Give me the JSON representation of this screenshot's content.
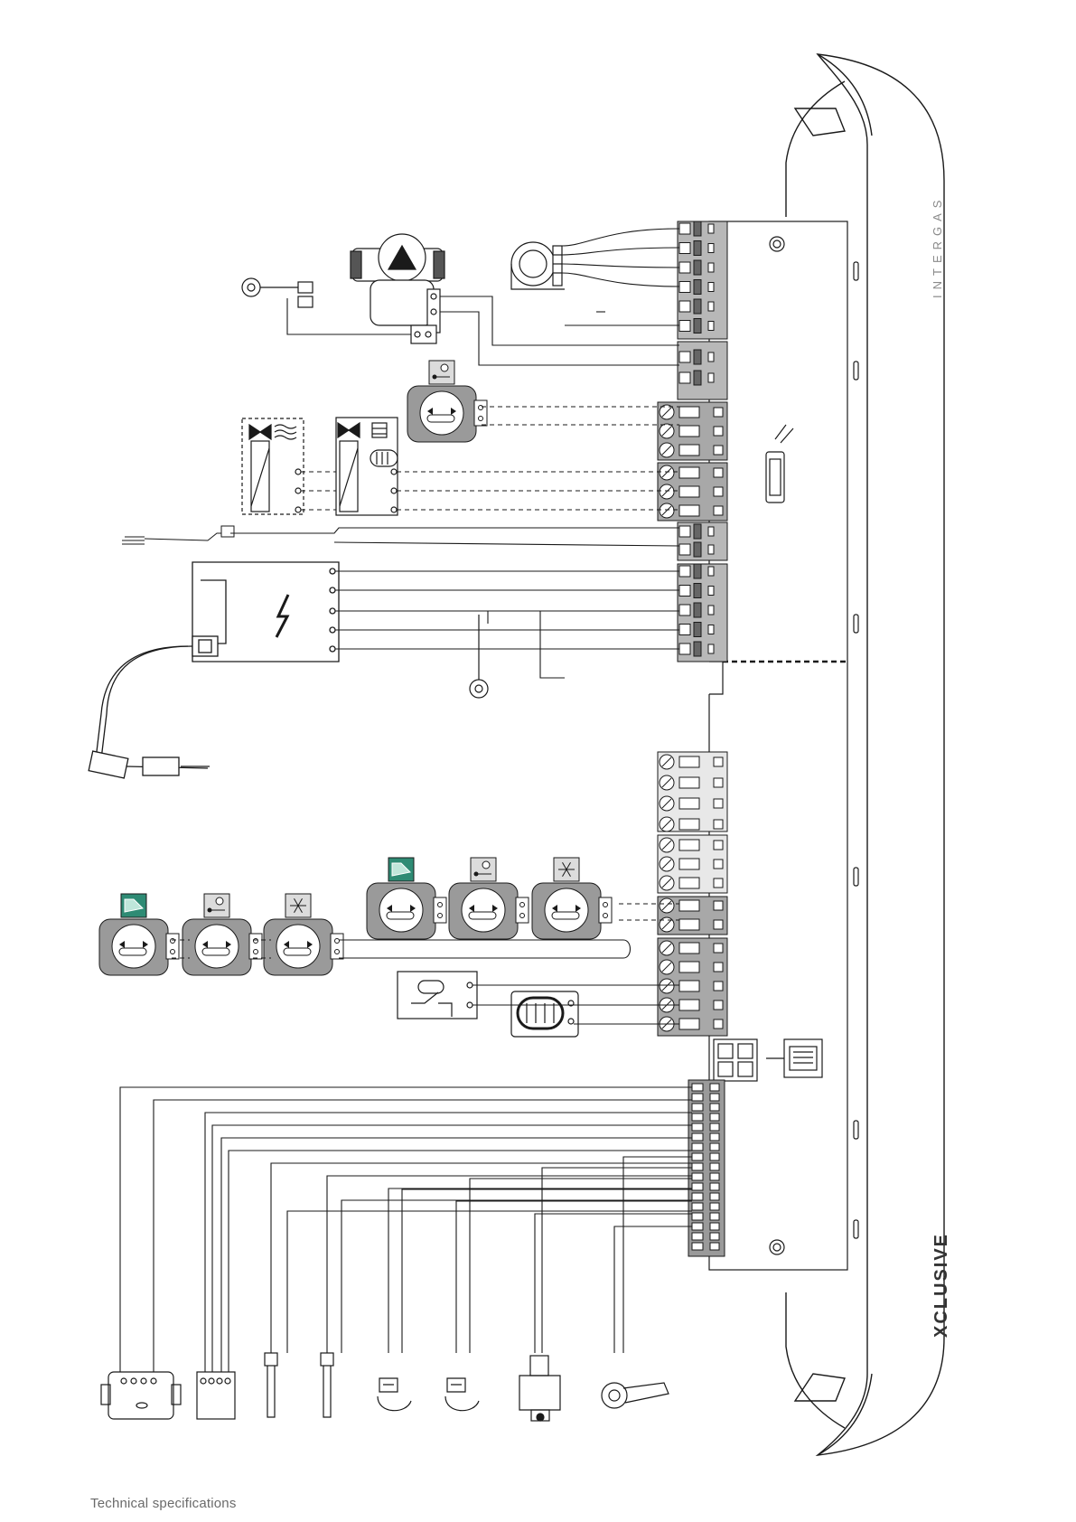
{
  "footer": {
    "text": "Technical specifications"
  },
  "brand": {
    "top": "INTERGAS",
    "bottom": "XCLUSIVE"
  },
  "colors": {
    "line": "#1a1a1a",
    "terminal": "#8c8c8c",
    "sensor_teal": "#2e8b74",
    "dashed": "#333333"
  },
  "icons": [
    "pump-icon",
    "ignition-transformer-icon",
    "lightning-icon",
    "sensor-icon",
    "outdoor-sensor-icon",
    "frost-sensor-icon",
    "solar-sensor-icon",
    "three-way-valve-icon",
    "gas-valve-icon",
    "fan-icon",
    "pressure-sensor-icon",
    "flow-sensor-icon",
    "ground-icon",
    "service-connector-icon"
  ]
}
